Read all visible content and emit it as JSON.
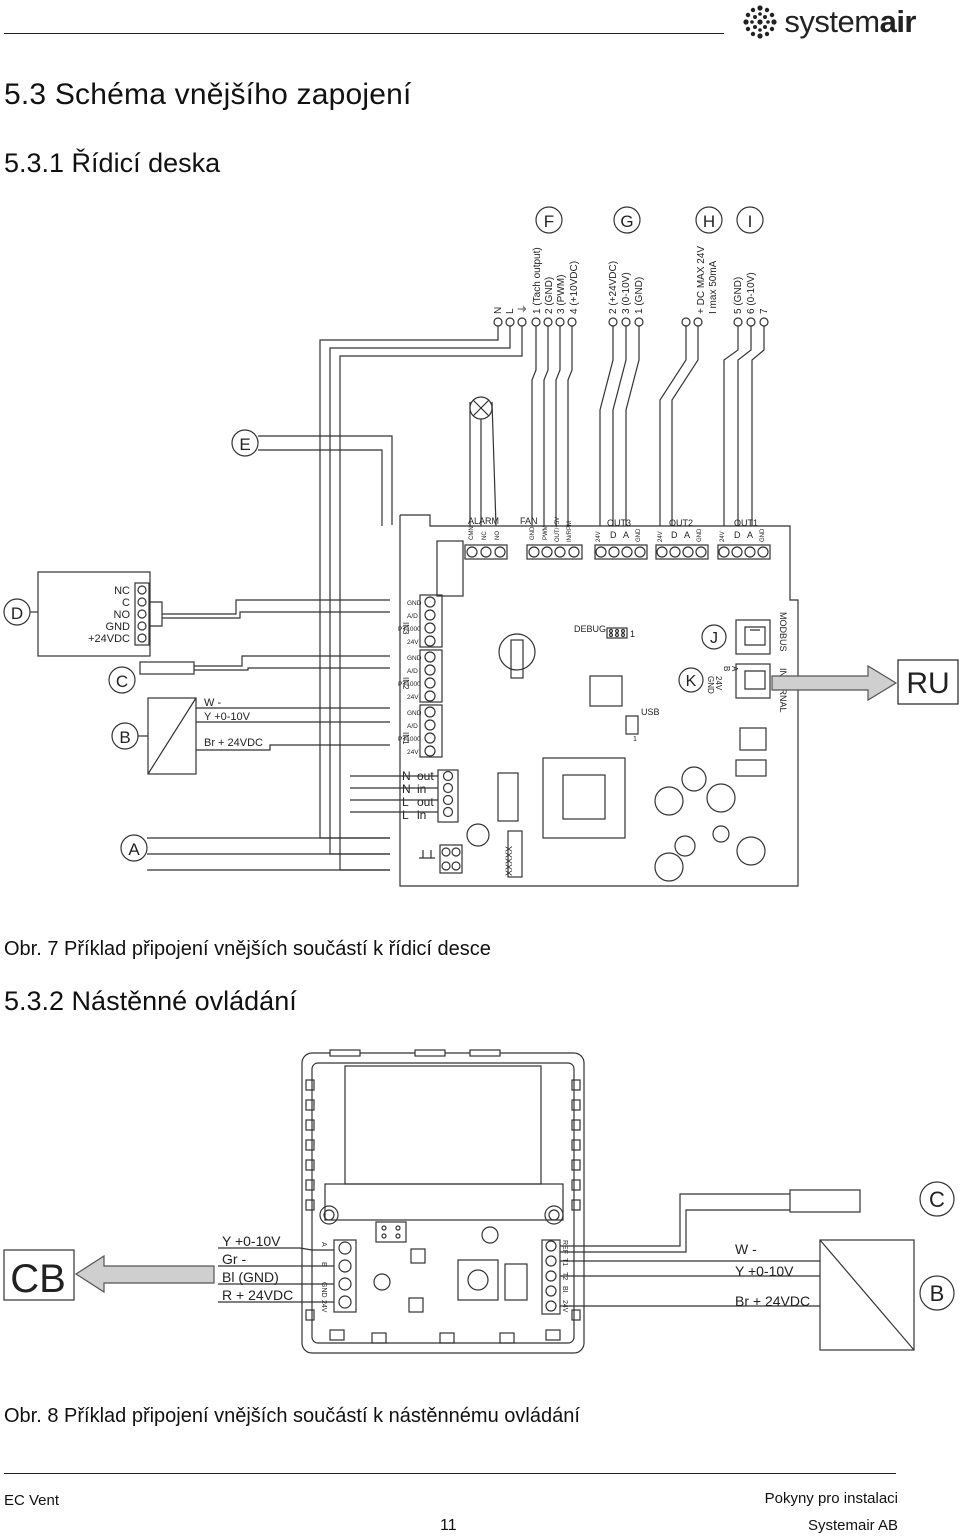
{
  "brand": {
    "name_light": "system",
    "name_bold": "air"
  },
  "heading_section": "5.3 Schéma vnějšího zapojení",
  "heading_sub1": "5.3.1 Řídicí deska",
  "caption_fig7": "Obr. 7 Příklad připojení vnějších součástí k řídicí desce",
  "heading_sub2": "5.3.2 Nástěnné ovládání",
  "caption_fig8": "Obr. 8 Příklad připojení vnějších součástí k nástěnnému ovládání",
  "figure7": {
    "circle_labels": {
      "F": "F",
      "G": "G",
      "H": "H",
      "I": "I",
      "E": "E",
      "D": "D",
      "C": "C",
      "B": "B",
      "A": "A",
      "J": "J",
      "K": "K"
    },
    "top_terms_F": [
      "N",
      "L",
      "⏚",
      "1 (Tach output)",
      "2 (GND)",
      "3 (PWM)",
      "4 (+10VDC)"
    ],
    "top_terms_G": [
      "2 (+24VDC)",
      "3 (0-10V)",
      "1 (GND)"
    ],
    "top_terms_H": [
      "+ DC MAX 24V",
      "I max 50mA"
    ],
    "top_terms_I": [
      "5 (GND)",
      "6 (0-10V)",
      "7"
    ],
    "board_top_groups": [
      "ALARM",
      "FAN",
      "OUT3",
      "OUT2",
      "OUT1"
    ],
    "alarm_pins": [
      "CMN",
      "NC",
      "NO"
    ],
    "fan_pins": [
      "GND",
      "PWM",
      "OUT/+5V",
      "IN/RPM"
    ],
    "out_pins": [
      "24V",
      "D",
      "A",
      "GND"
    ],
    "relay_labels": [
      "NC",
      "C",
      "NO",
      "GND",
      "+24VDC"
    ],
    "sensor_labels": [
      "W -",
      "Y +0-10V",
      "Br + 24VDC"
    ],
    "inputs": [
      "IN3",
      "IN2",
      "IN1"
    ],
    "input_pins": [
      "GND",
      "A/D",
      "PT1000",
      "24V"
    ],
    "debug": "DEBUG",
    "debug_pin": "1",
    "usb": "USB",
    "usb_pin": "1",
    "modbus": "MODBUS",
    "internal": "INTERNAL",
    "modbus_pins": [
      "GND",
      "24V",
      "B",
      "A"
    ],
    "power_labels": [
      "N",
      "N",
      "L",
      "L"
    ],
    "power_dirs": [
      "out",
      "in",
      "out",
      "in"
    ],
    "chip": "XXXXX",
    "ru": "RU"
  },
  "figure8": {
    "cb": "CB",
    "left_wires": [
      "Y +0-10V",
      "Gr -",
      "Bl (GND)",
      "R + 24VDC"
    ],
    "right_wires": [
      "W -",
      "Y +0-10V",
      "Br + 24VDC"
    ],
    "left_pins": [
      "A",
      "B",
      "GND",
      "24V"
    ],
    "right_pins": [
      "REF",
      "T1",
      "T2",
      "BI",
      "24V"
    ],
    "circle_C": "C",
    "circle_B": "B"
  },
  "footer": {
    "left": "EC Vent",
    "page": "11",
    "right_top": "Pokyny pro instalaci",
    "right_bottom": "Systemair AB"
  }
}
